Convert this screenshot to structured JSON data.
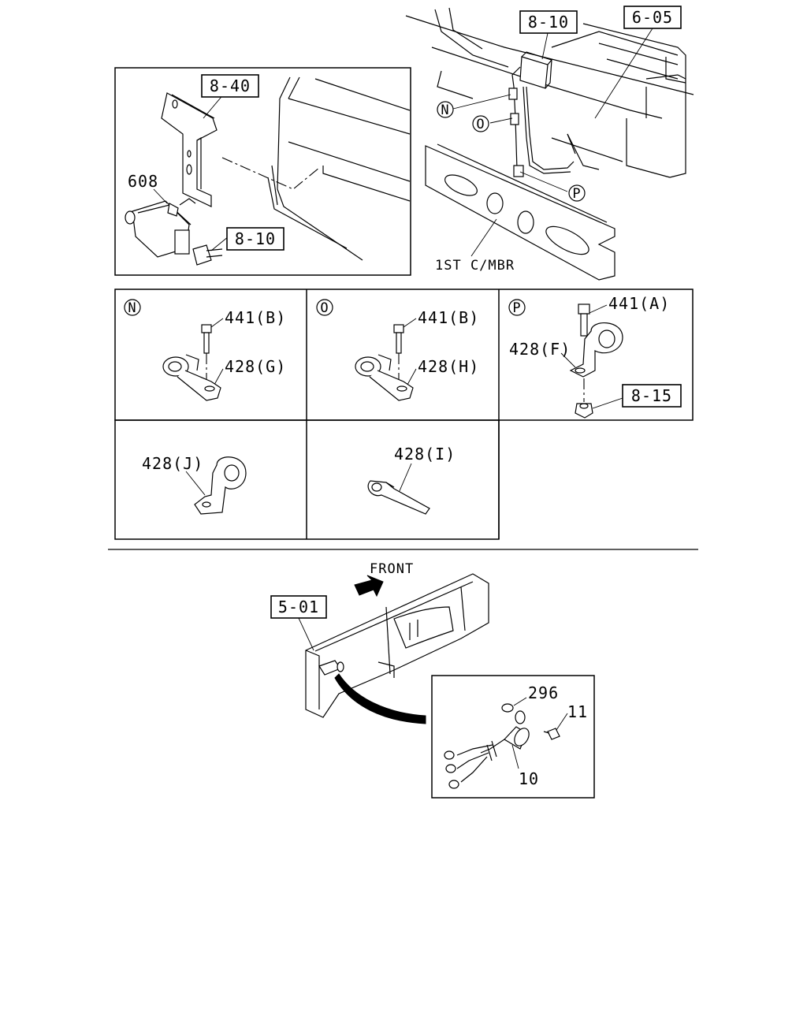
{
  "callouts": {
    "c_8_10_top": "8-10",
    "c_6_05": "6-05",
    "c_8_40": "8-40",
    "c_8_10_inset": "8-10",
    "c_608": "608",
    "c_1st_cmbr": "1ST C/MBR",
    "c_n": "N",
    "c_o": "O",
    "c_p": "P"
  },
  "details": {
    "n": {
      "marker": "N",
      "bolt": "441(B)",
      "clip": "428(G)"
    },
    "o": {
      "marker": "O",
      "bolt": "441(B)",
      "clip": "428(H)"
    },
    "p": {
      "marker": "P",
      "bolt": "441(A)",
      "clip": "428(F)",
      "nut": "8-15"
    },
    "j": {
      "clip": "428(J)"
    },
    "i": {
      "clip": "428(I)"
    }
  },
  "frame_view": {
    "direction": "FRONT",
    "ref": "5-01",
    "nut": "296",
    "bolt": "11",
    "switch": "10"
  }
}
